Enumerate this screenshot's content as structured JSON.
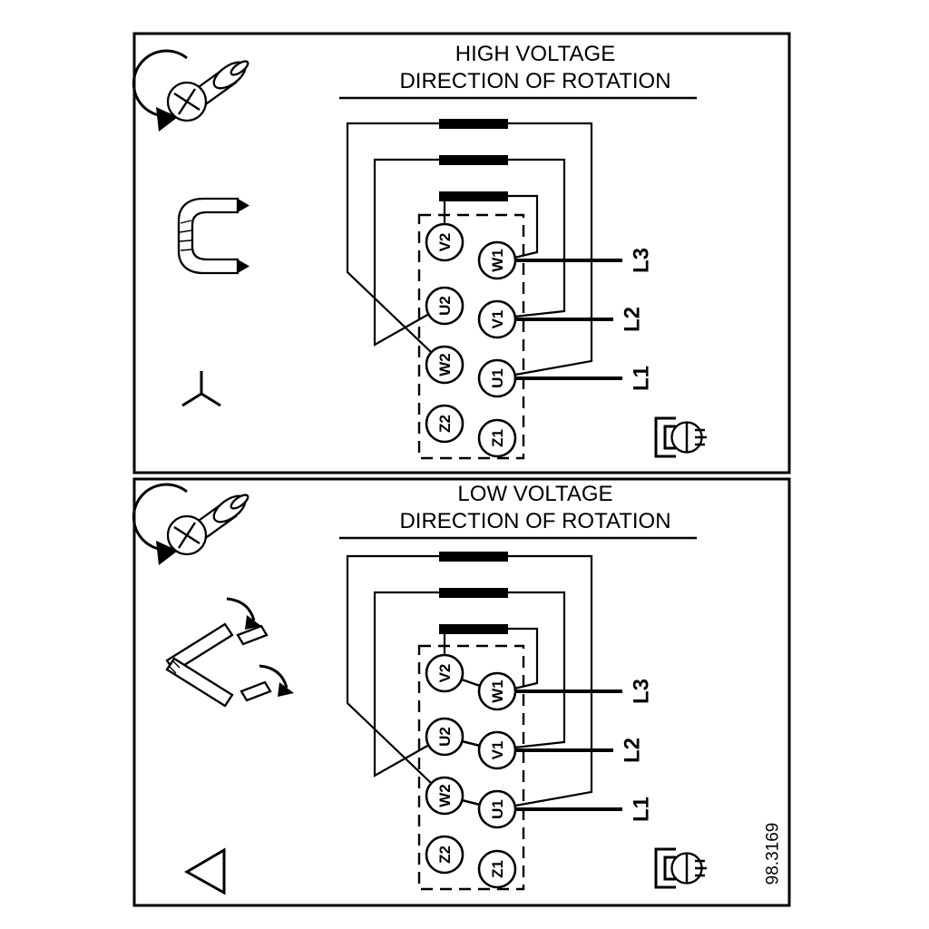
{
  "diagram": {
    "drawing_number": "98.3169",
    "colors": {
      "ink": "#000000",
      "paper": "#ffffff"
    },
    "panels": [
      {
        "id": "high-voltage",
        "title_line1": "HIGH VOLTAGE",
        "title_line2": "DIRECTION OF ROTATION",
        "connection_symbol": "star",
        "terminals_left": [
          "V2",
          "U2",
          "W2",
          "Z2"
        ],
        "terminals_right": [
          "W1",
          "V1",
          "U1",
          "Z1"
        ],
        "supply_lines": [
          "L3",
          "L2",
          "L1"
        ],
        "icons": [
          "screw-rotation-icon",
          "terminal-link-icon",
          "star-connection-icon",
          "supply-terminal-icon"
        ]
      },
      {
        "id": "low-voltage",
        "title_line1": "LOW VOLTAGE",
        "title_line2": "DIRECTION OF ROTATION",
        "connection_symbol": "delta",
        "terminals_left": [
          "V2",
          "U2",
          "W2",
          "Z2"
        ],
        "terminals_right": [
          "W1",
          "V1",
          "U1",
          "Z1"
        ],
        "supply_lines": [
          "L3",
          "L2",
          "L1"
        ],
        "icons": [
          "screw-rotation-icon",
          "link-reposition-icon",
          "delta-connection-icon",
          "supply-terminal-icon"
        ]
      }
    ]
  }
}
